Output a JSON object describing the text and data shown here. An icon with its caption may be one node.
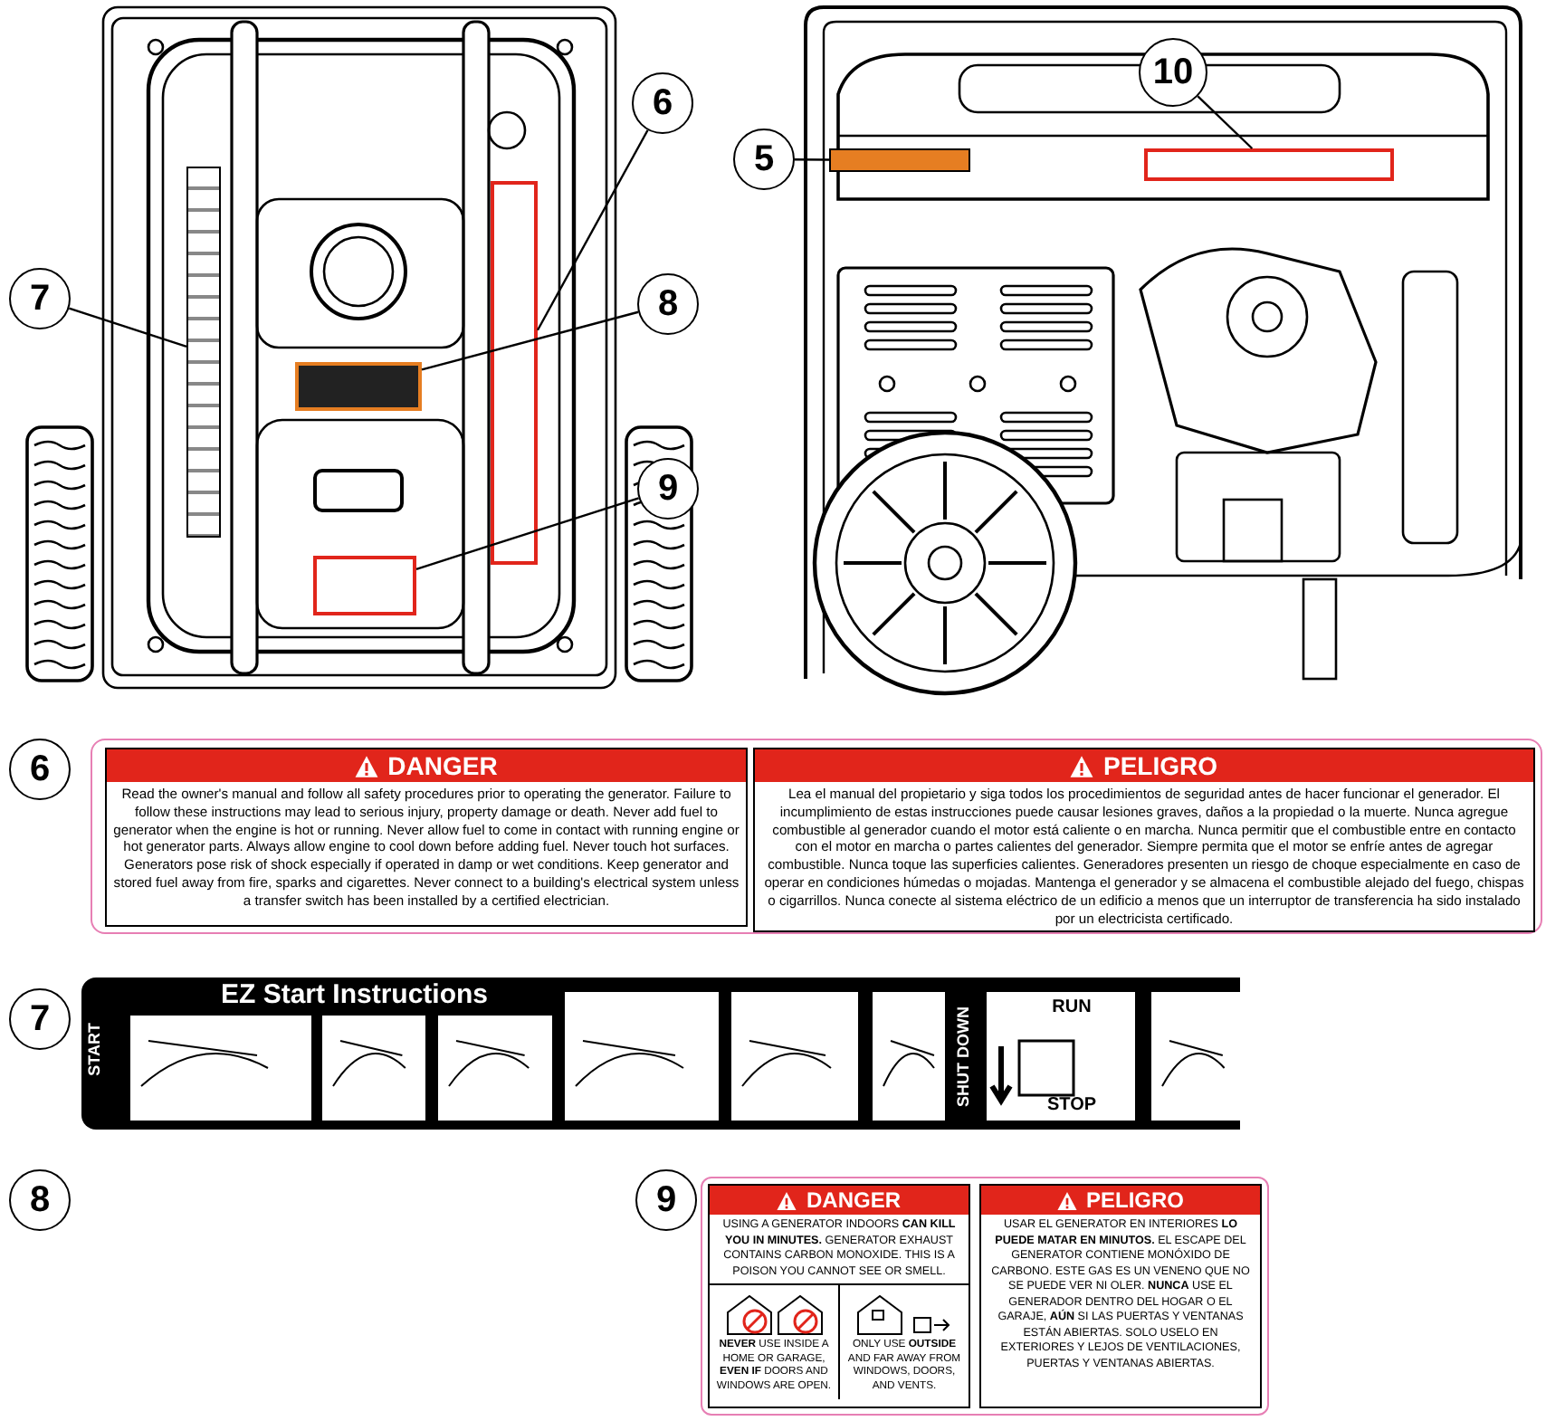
{
  "diagram": {
    "nodes": [
      {
        "text": [
          "6"
        ]
      },
      {
        "text": [],
        "shape": "box"
      },
      {
        "text": [
          "7"
        ]
      },
      {
        "text": [],
        "shape": "box"
      },
      {
        "text": [
          "8"
        ]
      },
      {
        "text": [],
        "shape": "box"
      },
      {
        "text": [
          "9"
        ]
      },
      {
        "text": [],
        "shape": "box"
      },
      {
        "text": [
          "5"
        ]
      },
      {
        "text": [],
        "shape": "box"
      },
      {
        "text": [
          "10"
        ]
      },
      {
        "text": [],
        "shape": "box"
      },
      {
        "text": [
          "DANGER",
          "Read the owner's manual and follow all safety procedures prior to operating the generator. Failure to follow these instructions may lead to serious injury, property damage or death. Never add fuel to generator when the engine is hot or running. Never allow fuel to come in contact with running engine or hot generator parts. Always allow engine to cool down before adding fuel. Never touch hot surfaces. Generators pose risk of shock especially if operated in damp or wet conditions. Keep generator and stored fuel away from fire, sparks and cigarettes. Never connect to a building's electrical system unless a transfer switch has been installed by a certified electrician."
        ]
      },
      {
        "text": [
          "PELIGRO",
          "Lea el manual del propietario y siga todos los procedimientos de seguridad antes de hacer funcionar el generador. El incumplimiento de estas instrucciones puede causar lesiones graves, daños a la propiedad o la muerte. Nunca agregue combustible al generador cuando el motor está caliente o en marcha. Nunca permitir que el combustible entre en contacto con el motor en marcha o partes calientes del generador. Siempre permita que el motor se enfríe antes de agregar combustible. Nunca toque las superficies calientes. Generadores presenten un riesgo de choque especialmente en caso de operar en condiciones húmedas o mojadas. Mantenga el generador y se almacena el combustible alejado del fuego, chispas o cigarrillos. Nunca conecte al sistema eléctrico de un edificio a menos que un interruptor de transferencia ha sido instalado por un electricista certificado."
        ]
      },
      {
        "text": [
          "DANGER",
          "USING A GENERATOR INDOORS **CAN KILL YOU IN MINUTES.** GENERATOR EXHAUST CONTAINS CARBON MONOXIDE. THIS IS A POISON YOU CANNOT SEE OR SMELL.",
          "**NEVER** USE INSIDE A HOME OR GARAGE, **EVEN IF** DOORS AND WINDOWS ARE OPEN.",
          "ONLY USE **OUTSIDE** AND FAR AWAY FROM WINDOWS, DOORS, AND VENTS."
        ]
      },
      {
        "text": [
          "PELIGRO",
          "USAR EL GENERATOR EN INTERIORES **LO PUEDE MATAR EN MINUTOS.** EL ESCAPE DEL GENERATOR CONTIENE MONÓXIDO DE CARBONO. ESTE GAS ES UN VENENO QUE NO SE PUEDE VER NI OLER. **NUNCA** USE EL GENERADOR DENTRO DEL HOGAR O EL GARAJE, **AÚN** SI LAS PUERTAS Y VENTANAS ESTÁN ABIERTAS. SOLO USELO EN EXTERIORES Y LEJOS DE VENTILACIONES, PUERTAS Y VENTANAS ABIERTAS."
        ]
      },
      {
        "text": [
          "6"
        ]
      },
      {
        "text": [
          "7"
        ]
      },
      {
        "text": [
          "8"
        ]
      },
      {
        "text": [
          "9"
        ]
      }
    ],
    "edges": [
      {
        "from": 0,
        "to": 1,
        "arrow": "none"
      },
      {
        "from": 2,
        "to": 3,
        "arrow": "none"
      },
      {
        "from": 4,
        "to": 5,
        "arrow": "none"
      },
      {
        "from": 6,
        "to": 7,
        "arrow": "none"
      },
      {
        "from": 8,
        "to": 9,
        "arrow": "none"
      },
      {
        "from": 10,
        "to": 11,
        "arrow": "none"
      }
    ],
    "labels": [
      "EZ Start Instructions",
      "START",
      "SHUT DOWN",
      "RUN",
      "STOP"
    ]
  }
}
